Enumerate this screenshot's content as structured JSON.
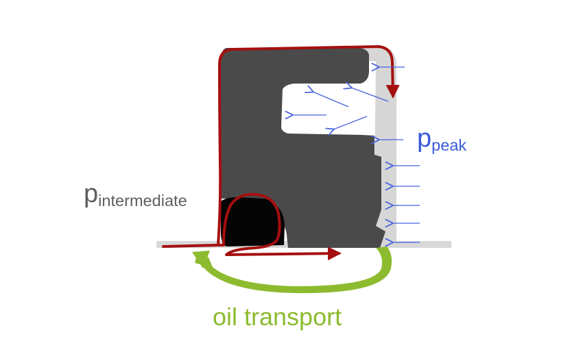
{
  "labels": {
    "peak_base": "p",
    "peak_sub": "peak",
    "intermediate_base": "p",
    "intermediate_sub": "intermediate",
    "oil_transport": "oil transport"
  },
  "colors": {
    "seal_dark": "#4a4a4a",
    "seal_light": "#d6d6d6",
    "oring": "#050505",
    "path_red": "#a50f0f",
    "pressure_blue": "#4661dd",
    "oil_green": "#8dbb2f",
    "text_gray": "#5f5f5f"
  }
}
